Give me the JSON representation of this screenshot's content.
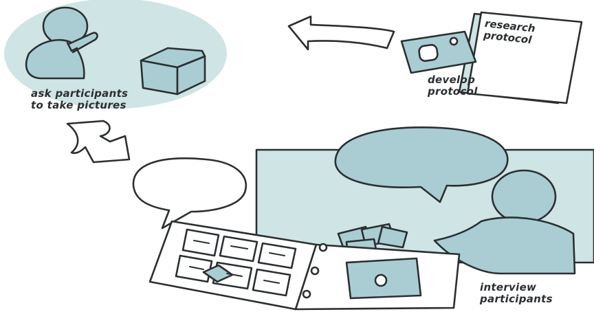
{
  "steps": {
    "develop": {
      "lines": [
        "develop",
        "protocol"
      ]
    },
    "ask": {
      "lines": [
        "ask participants",
        "to take pictures"
      ]
    },
    "interview": {
      "lines": [
        "interview",
        "participants"
      ]
    }
  },
  "document": {
    "lines": [
      "research",
      "protocol"
    ]
  },
  "colors": {
    "fill": "#a9cdd2",
    "light_fill": "#cfe4e4",
    "stroke": "#2b2f31",
    "paper": "#ffffff"
  },
  "icons": [
    "person-icon",
    "box-icon",
    "camera-icon",
    "document-icon",
    "arrow-icon",
    "speech-bubble-icon",
    "photo-album-icon"
  ]
}
